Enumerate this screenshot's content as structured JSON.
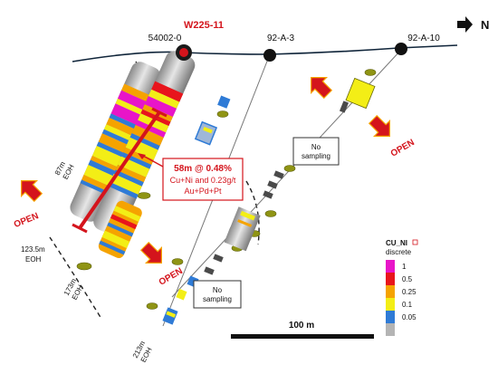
{
  "north_label": "N",
  "drillholes": {
    "main_collar": "W225-11",
    "collar_a": "54002-0",
    "collar_b": "92-A-3",
    "collar_c": "92-A-10"
  },
  "intercept": {
    "line1": "58m @ 0.48%",
    "line2": "Cu+Ni and 0.23g/t",
    "line3": "Au+Pd+Pt"
  },
  "eoh_labels": {
    "h87_a": "87m",
    "h87_b": "EOH",
    "h123_a": "123.5m",
    "h123_b": "EOH",
    "h173_a": "173m",
    "h173_b": "EOH",
    "h213_a": "213m",
    "h213_b": "EOH"
  },
  "open_labels": [
    "OPEN",
    "OPEN",
    "OPEN"
  ],
  "no_sampling": {
    "box1_a": "No",
    "box1_b": "sampling",
    "box2_a": "No",
    "box2_b": "sampling"
  },
  "scale_bar": "100 m",
  "legend": {
    "title1": "CU_NI",
    "title2": "discrete",
    "items": [
      {
        "label": "1",
        "color": "#e815c8"
      },
      {
        "label": "0.5",
        "color": "#e8151c"
      },
      {
        "label": "0.25",
        "color": "#f5a300"
      },
      {
        "label": "0.1",
        "color": "#f3ee16"
      },
      {
        "label": "0.05",
        "color": "#2f7bd6"
      },
      {
        "label": "",
        "color": "#b4b4b4"
      }
    ]
  },
  "colors": {
    "red": "#d4141c",
    "magenta": "#e815c8",
    "orange": "#f5a300",
    "yellow": "#f3ee16",
    "blue": "#2f7bd6",
    "grey": "#b4b4b4",
    "olive": "#8f9414"
  }
}
